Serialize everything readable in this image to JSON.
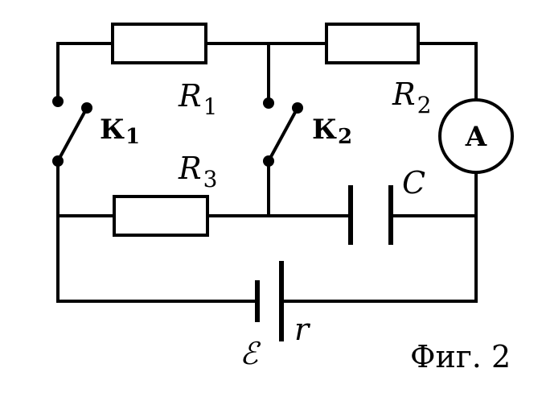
{
  "labels": {
    "r1": {
      "main": "R",
      "sub": "1"
    },
    "r2": {
      "main": "R",
      "sub": "2"
    },
    "r3": {
      "main": "R",
      "sub": "3"
    },
    "k1": {
      "main": "К",
      "sub": "1"
    },
    "k2": {
      "main": "К",
      "sub": "2"
    },
    "capacitor": "C",
    "ammeter": "A",
    "emf": "ℰ",
    "internal_resistance": "r",
    "figure_caption": "Фиг. 2"
  }
}
